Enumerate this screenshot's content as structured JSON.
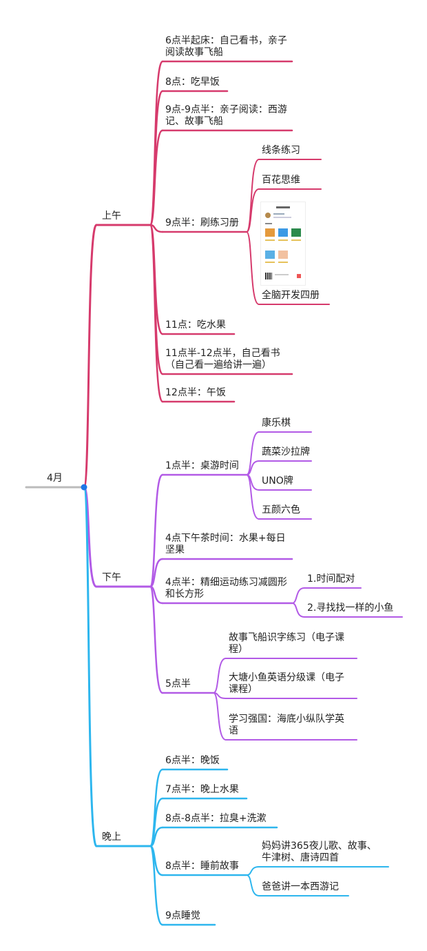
{
  "root": {
    "label": "4月",
    "color": "#bbbbbb"
  },
  "colors": {
    "morning": "#d63a6c",
    "afternoon": "#b25ae6",
    "evening": "#2db6ee",
    "root_dot": "#1f77e6"
  },
  "branches": {
    "morning": {
      "label": "上午",
      "items": [
        {
          "label": "6点半起床：自己看书，亲子阅读故事飞船"
        },
        {
          "label": "8点：吃早饭"
        },
        {
          "label": "9点-9点半：亲子阅读：西游记、故事飞船"
        },
        {
          "label": "9点半：刷练习册",
          "children": [
            {
              "label": "线条练习"
            },
            {
              "label": "百花思维"
            },
            {
              "label": "全脑开发四册"
            }
          ]
        },
        {
          "label": "11点：吃水果"
        },
        {
          "label": "11点半-12点半，自己看书（自己看一遍给讲一遍）"
        },
        {
          "label": "12点半：午饭"
        }
      ]
    },
    "afternoon": {
      "label": "下午",
      "items": [
        {
          "label": "1点半：桌游时间",
          "children": [
            {
              "label": "康乐棋"
            },
            {
              "label": "蔬菜沙拉牌"
            },
            {
              "label": "UNO牌"
            },
            {
              "label": "五颜六色"
            }
          ]
        },
        {
          "label": "4点下午茶时间：水果+每日坚果"
        },
        {
          "label": "4点半：精细运动练习减圆形和长方形",
          "children": [
            {
              "label": "1.时间配对"
            },
            {
              "label": "2.寻找找一样的小鱼"
            }
          ]
        },
        {
          "label": "5点半",
          "children": [
            {
              "label": "故事飞船识字练习（电子课程）"
            },
            {
              "label": "大塘小鱼英语分级课（电子课程）"
            },
            {
              "label": "学习强国：海底小纵队学英语"
            }
          ]
        }
      ]
    },
    "evening": {
      "label": "晚上",
      "items": [
        {
          "label": "6点半：晚饭"
        },
        {
          "label": "7点半：晚上水果"
        },
        {
          "label": "8点-8点半：拉臭+洗漱"
        },
        {
          "label": "8点半：睡前故事",
          "children": [
            {
              "label": "妈妈讲365夜儿歌、故事、牛津树、唐诗四首"
            },
            {
              "label": "爸爸讲一本西游记"
            }
          ]
        },
        {
          "label": "9点睡觉"
        }
      ]
    }
  }
}
